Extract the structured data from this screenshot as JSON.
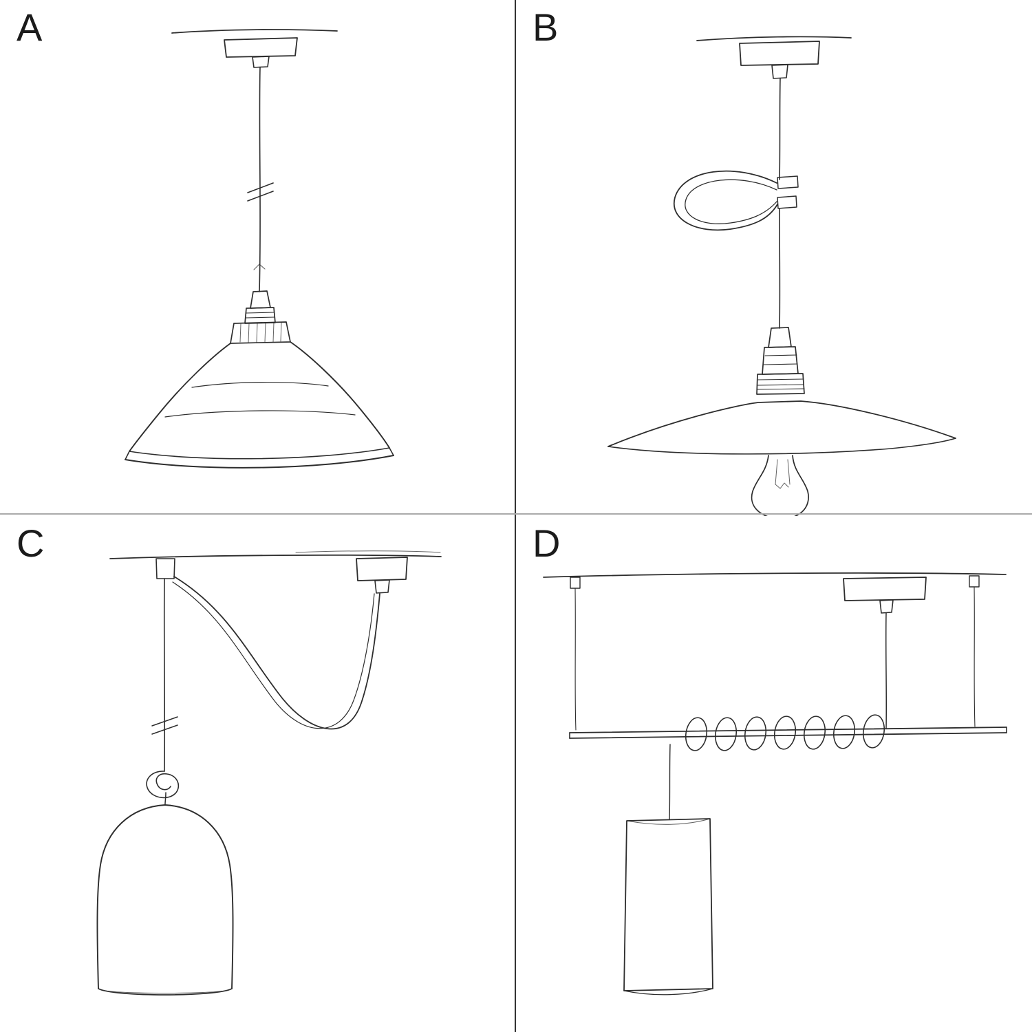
{
  "page": {
    "background": "#ffffff",
    "colors": {
      "ink": "#2d2d2d",
      "label_text": "#1b1b1b",
      "divider_vertical": "#333333",
      "divider_horizontal": "#aaaaaa"
    }
  },
  "panels": [
    {
      "letter": "A",
      "sketch": "bistro-shade-pendant-sketch"
    },
    {
      "letter": "B",
      "sketch": "plate-shade-bulb-pendant-with-cable-loop-sketch"
    },
    {
      "letter": "C",
      "sketch": "swag-hook-bell-shade-pendant-sketch"
    },
    {
      "letter": "D",
      "sketch": "bar-suspension-coiled-cable-cylinder-pendant-sketch"
    }
  ]
}
